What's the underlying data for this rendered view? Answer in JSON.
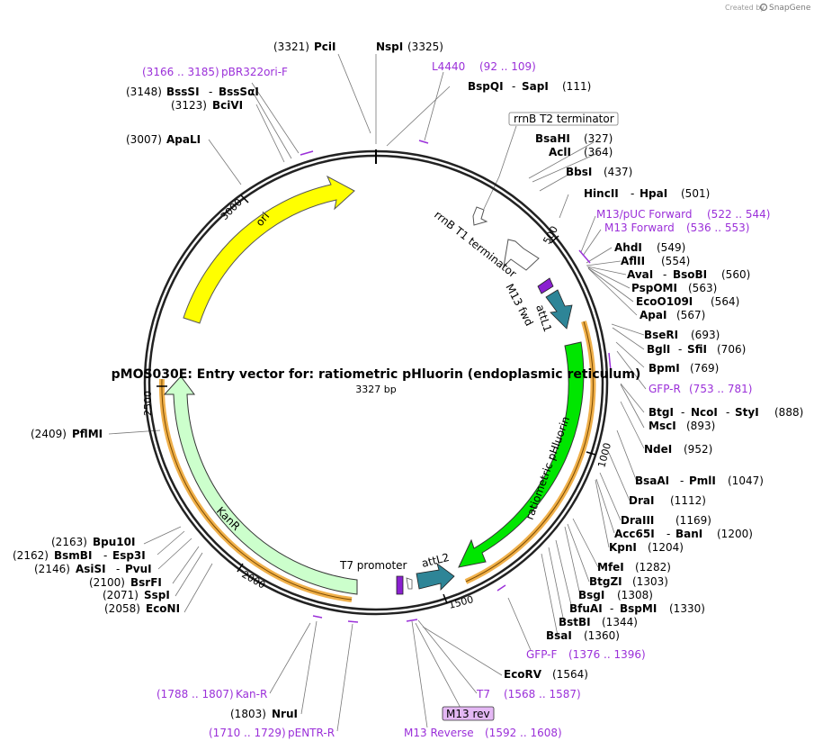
{
  "plasmid": {
    "name": "pMOS030E: Entry vector for: ratiometric pHluorin (endoplasmic reticulum)",
    "size": "3327 bp",
    "length": 3327
  },
  "credit": {
    "created_by": "Created by",
    "brand": "SnapGene"
  },
  "colors": {
    "primer": "#9b30d9",
    "ori": "#ffff00",
    "green_feature": "#00e600",
    "kanr": "#ccffcc",
    "att": "#2e8597",
    "orange_band": "#f0b04a",
    "purple_feature": "#8a20d0"
  },
  "ticks": [
    "500",
    "1000",
    "1500",
    "2000",
    "2500",
    "3000"
  ],
  "features": {
    "ori": "ori",
    "ratiometric": "ratiometric pHluorin",
    "kanr": "KanR",
    "attl1": "attL1",
    "attl2": "attL2",
    "t7promoter": "T7 promoter",
    "m13fwd": "M13 fwd",
    "rrnbt1": "rrnB T1 terminator",
    "rrnbt2": "rrnB T2 terminator"
  },
  "labels": {
    "pci_pos": "(3321)",
    "pci": "PciI",
    "nsp": "NspI",
    "nsp_pos": "(3325)",
    "l4440": "L4440",
    "l4440_pos": "(92 .. 109)",
    "bspqi": "BspQI",
    "sapi": "SapI",
    "sapi_pos": "(111)",
    "pbr_pos": "(3166 .. 3185)",
    "pbr": "pBR322ori-F",
    "bsssi_pos": "(3148)",
    "bsssi": "BssSI",
    "bsssai": "BssSαI",
    "bcivi_pos": "(3123)",
    "bcivi": "BciVI",
    "apali_pos": "(3007)",
    "apali": "ApaLI",
    "bsahi": "BsaHI",
    "bsahi_pos": "(327)",
    "acli": "AclI",
    "acli_pos": "(364)",
    "bbsi": "BbsI",
    "bbsi_pos": "(437)",
    "hincii": "HincII",
    "hpai": "HpaI",
    "hpai_pos": "(501)",
    "m13puc": "M13/pUC Forward",
    "m13puc_pos": "(522 .. 544)",
    "m13f": "M13 Forward",
    "m13f_pos": "(536 .. 553)",
    "ahdi": "AhdI",
    "ahdi_pos": "(549)",
    "aflii": "AflII",
    "aflii_pos": "(554)",
    "avai": "AvaI",
    "bsobi": "BsoBI",
    "bsobi_pos": "(560)",
    "pspomi": "PspOMI",
    "pspomi_pos": "(563)",
    "eco109": "EcoO109I",
    "eco109_pos": "(564)",
    "apai": "ApaI",
    "apai_pos": "(567)",
    "bseri": "BseRI",
    "bseri_pos": "(693)",
    "bgli": "BglI",
    "sfii": "SfiI",
    "sfii_pos": "(706)",
    "bpmi": "BpmI",
    "bpmi_pos": "(769)",
    "gfpr": "GFP-R",
    "gfpr_pos": "(753 .. 781)",
    "btgi": "BtgI",
    "ncoi": "NcoI",
    "styi": "StyI",
    "styi_pos": "(888)",
    "msci": "MscI",
    "msci_pos": "(893)",
    "ndei": "NdeI",
    "ndei_pos": "(952)",
    "bsaai": "BsaAI",
    "pmli": "PmlI",
    "pmli_pos": "(1047)",
    "drai": "DraI",
    "drai_pos": "(1112)",
    "draiii": "DraIII",
    "draiii_pos": "(1169)",
    "acc65i": "Acc65I",
    "bani": "BanI",
    "bani_pos": "(1200)",
    "kpni": "KpnI",
    "kpni_pos": "(1204)",
    "mfei": "MfeI",
    "mfei_pos": "(1282)",
    "btgzi": "BtgZI",
    "btgzi_pos": "(1303)",
    "bsgi": "BsgI",
    "bsgi_pos": "(1308)",
    "bfuai": "BfuAI",
    "bspmi": "BspMI",
    "bspmi_pos": "(1330)",
    "bstbi": "BstBI",
    "bstbi_pos": "(1344)",
    "bsai": "BsaI",
    "bsai_pos": "(1360)",
    "gfpf": "GFP-F",
    "gfpf_pos": "(1376 .. 1396)",
    "ecorv": "EcoRV",
    "ecorv_pos": "(1564)",
    "t7": "T7",
    "t7_pos": "(1568 .. 1587)",
    "m13rev": "M13 rev",
    "m13r": "M13 Reverse",
    "m13r_pos": "(1592 .. 1608)",
    "pentr_pos": "(1710 .. 1729)",
    "pentr": "pENTR-R",
    "nrui_pos": "(1803)",
    "nrui": "NruI",
    "kanr_pos": "(1788 .. 1807)",
    "kanrp": "Kan-R",
    "econi_pos": "(2058)",
    "econi": "EcoNI",
    "sspi_pos": "(2071)",
    "sspi": "SspI",
    "bsrfi_pos": "(2100)",
    "bsrfi": "BsrFI",
    "asisi_pos": "(2146)",
    "asisi": "AsiSI",
    "pvui": "PvuI",
    "bsmbi_pos": "(2162)",
    "bsmbi": "BsmBI",
    "esp3i": "Esp3I",
    "bpu10i_pos": "(2163)",
    "bpu10i": "Bpu10I",
    "pfimi_pos": "(2409)",
    "pfimi": "PflMI"
  }
}
